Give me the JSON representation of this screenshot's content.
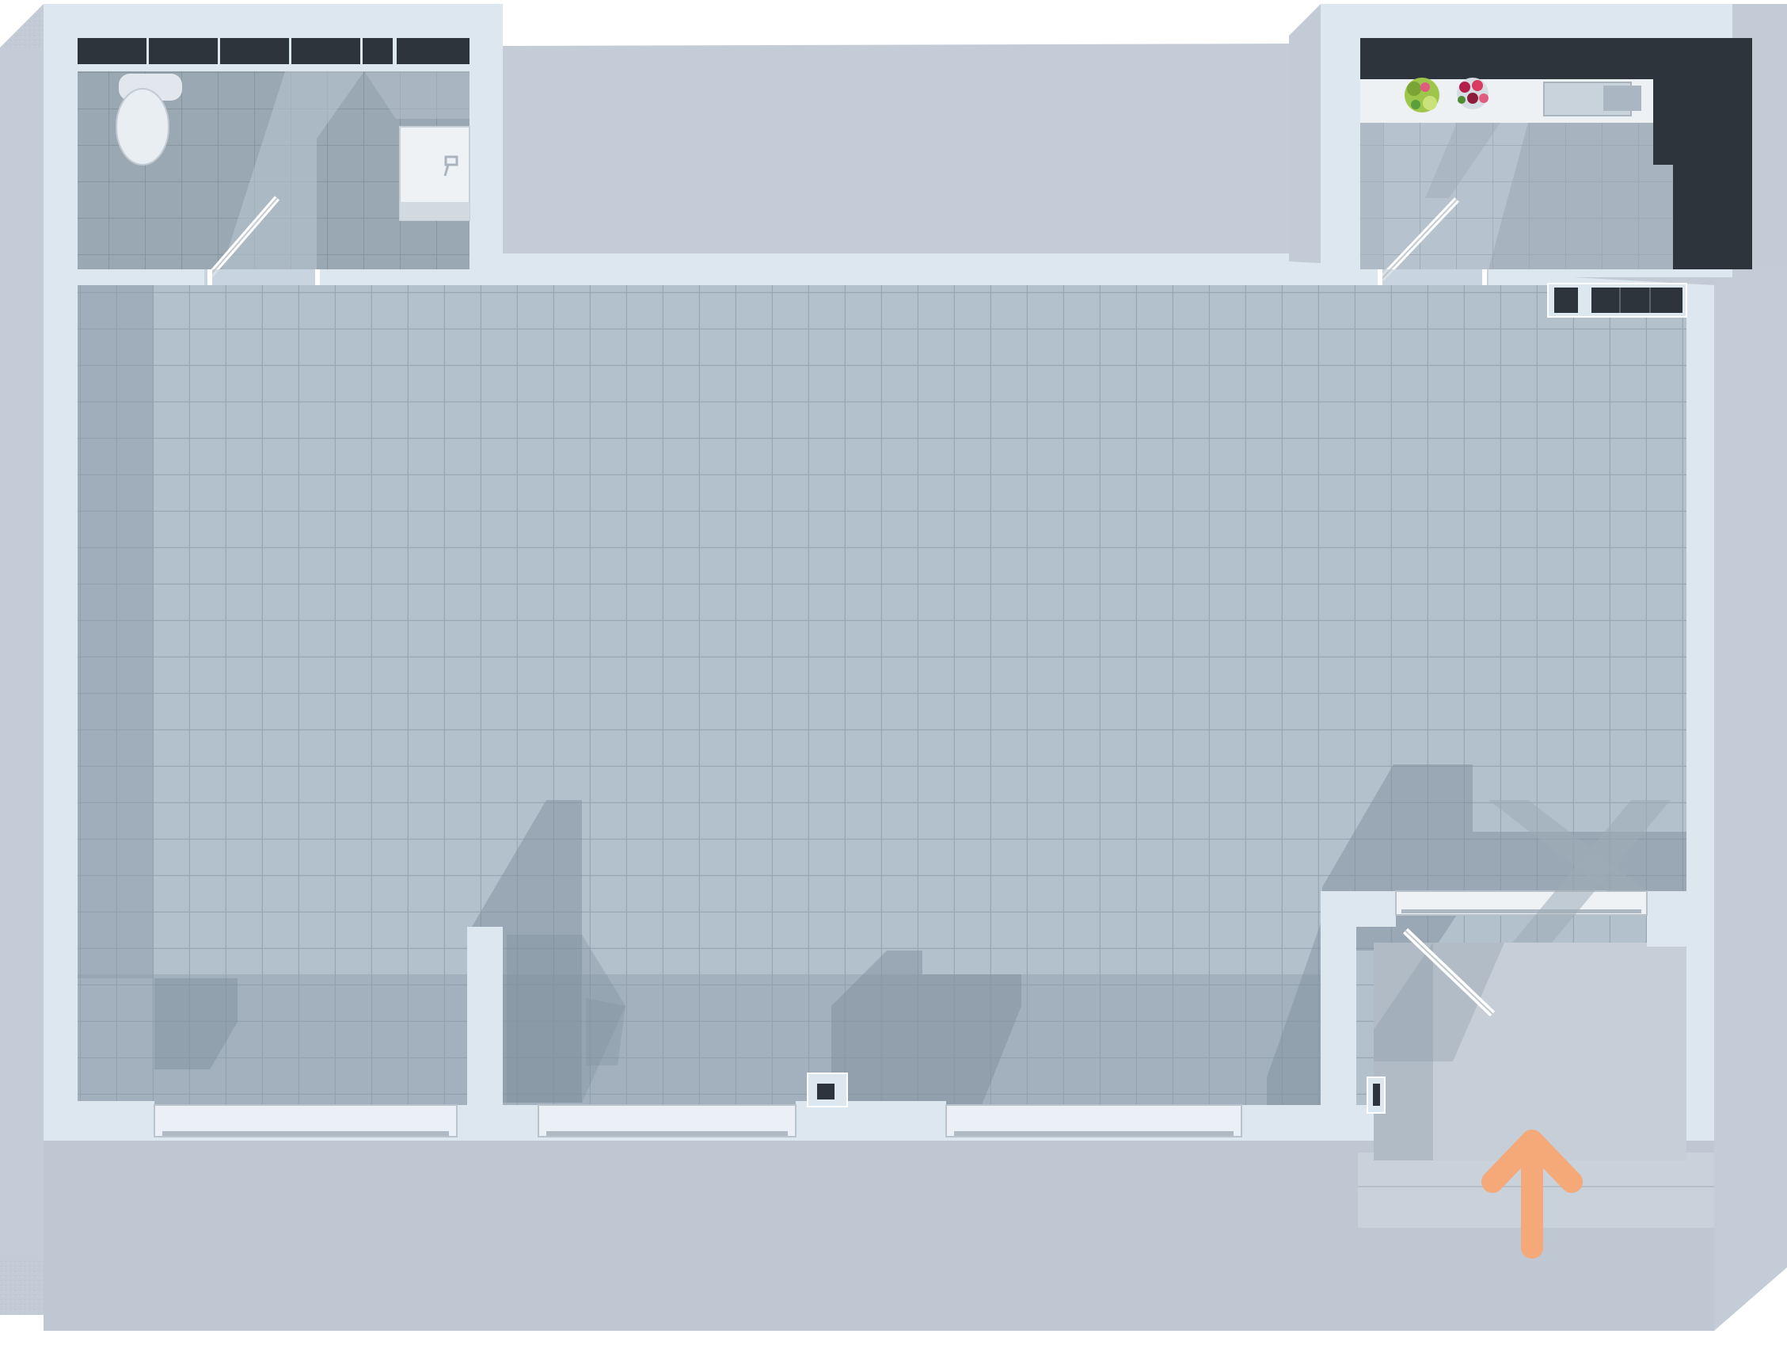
{
  "plan": {
    "kind": "floor-plan-top-view",
    "rooms": [
      "main-hall",
      "restroom",
      "kitchenette",
      "entrance-vestibule"
    ],
    "fixtures": [
      "toilet",
      "sink",
      "kitchen-counter",
      "flower-pots",
      "radiators",
      "entrance-steps"
    ],
    "labels": []
  },
  "icons": {
    "entrance": "up-arrow-icon"
  },
  "colors": {
    "background": "#ffffff",
    "exterior_ground": "#c3ccd6",
    "exterior_slab": "#b9c3cd",
    "wall": "#dde7f0",
    "wall_shadow": "#c2ccd6",
    "floor_tile": "#b3c1cd",
    "floor_grid": "#96a6b3",
    "floor_shadow": "#8b9ba8",
    "restroom_tile": "#98a6b2",
    "window_glass": "#e8eef3",
    "dark_counter": "#2e343c",
    "counter_top": "#eef1f4",
    "sink": "#a9b4bf",
    "arrow": "#f5a878"
  }
}
